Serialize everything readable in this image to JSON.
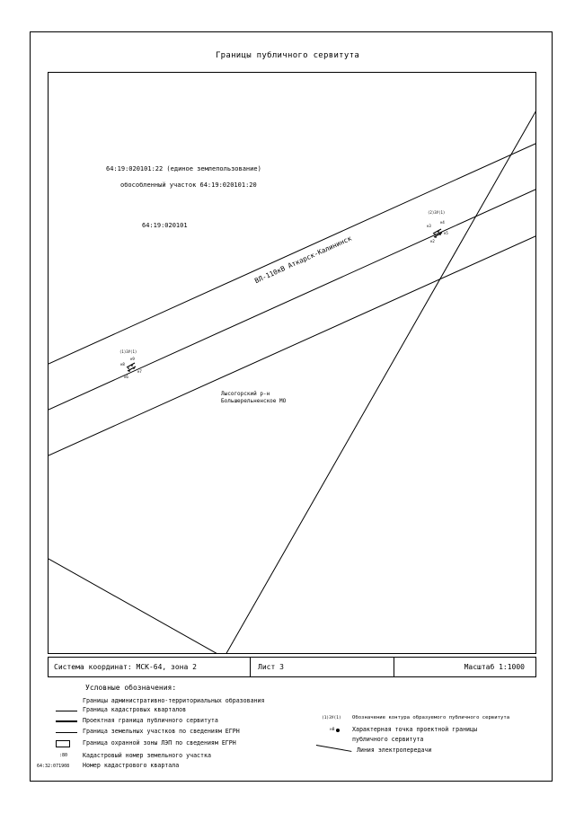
{
  "title": "Границы публичного сервитута",
  "map": {
    "label_parcel_line1": "64:19:020101:22 (единое землепользование)",
    "label_parcel_line2": "обособленный участок 64:19:020101:20",
    "label_quarter": "64:19:020101",
    "label_powerline": "ВЛ-110кВ Аткарск-Калининск",
    "label_district_line1": "Лысогорский р-н",
    "label_district_line2": "Большерельненское МО",
    "point_group_left": {
      "contour": "(1)ЗУ(1)",
      "p1": "н8",
      "p2": "н9",
      "p3": "н7",
      "p4": "н6"
    },
    "point_group_right": {
      "contour": "(2)ЗУ(1)",
      "p1": "н4",
      "p2": "н3",
      "p3": "н5",
      "p4": "н2"
    }
  },
  "info": {
    "coordinate_system": "Система координат: МСК-64, зона 2",
    "sheet": "Лист 3",
    "scale": "Масштаб 1:1000"
  },
  "legend": {
    "title": "Условные обозначения:",
    "left_items": [
      "Границы административно-территориальных образования",
      "Граница кадастровых кварталов",
      "Проектная граница публичного сервитута",
      "Граница земельных участков по сведениям ЕГРН",
      "Граница охранной зоны ЛЭП по сведениям ЕГРН"
    ],
    "cadastral_parcel_symbol": ":80",
    "cadastral_parcel_text": "Кадастровый номер земельного участка",
    "cadastral_quarter_symbol": "64:32:071908",
    "cadastral_quarter_text": "Номер кадастрового квартала",
    "right_contour_symbol": "(1)ЗУ(1)",
    "right_contour_text": "Обозначение контура образуемого публичного сервитута",
    "right_point_symbol": "н8",
    "right_point_text_line1": "Характерная точка проектной границы",
    "right_point_text_line2": "публичного сервитута",
    "right_line_text": "Линия электропередачи"
  }
}
